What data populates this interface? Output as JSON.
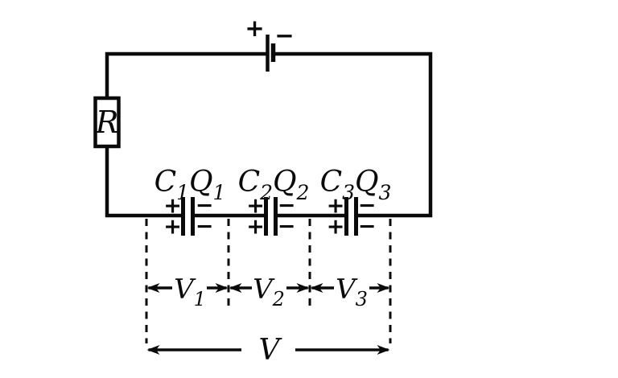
{
  "diagram": {
    "description": "Series RC circuit: battery, resistor R, three capacitors in series with charge labels and voltage dimension arrows",
    "colors": {
      "background": "#ffffff",
      "ink": "#0a0a0a"
    },
    "battery": {
      "plus": "+",
      "minus": "−"
    },
    "resistor": {
      "label": "R"
    },
    "capacitors": [
      {
        "cap": "C",
        "cap_sub": "1",
        "charge": "Q",
        "charge_sub": "1",
        "plus": "+",
        "minus": "−"
      },
      {
        "cap": "C",
        "cap_sub": "2",
        "charge": "Q",
        "charge_sub": "2",
        "plus": "+",
        "minus": "−"
      },
      {
        "cap": "C",
        "cap_sub": "3",
        "charge": "Q",
        "charge_sub": "3",
        "plus": "+",
        "minus": "−"
      }
    ],
    "voltage_arrows": [
      {
        "label": "V",
        "sub": "1"
      },
      {
        "label": "V",
        "sub": "2"
      },
      {
        "label": "V",
        "sub": "3"
      }
    ],
    "total_voltage": {
      "label": "V"
    }
  }
}
